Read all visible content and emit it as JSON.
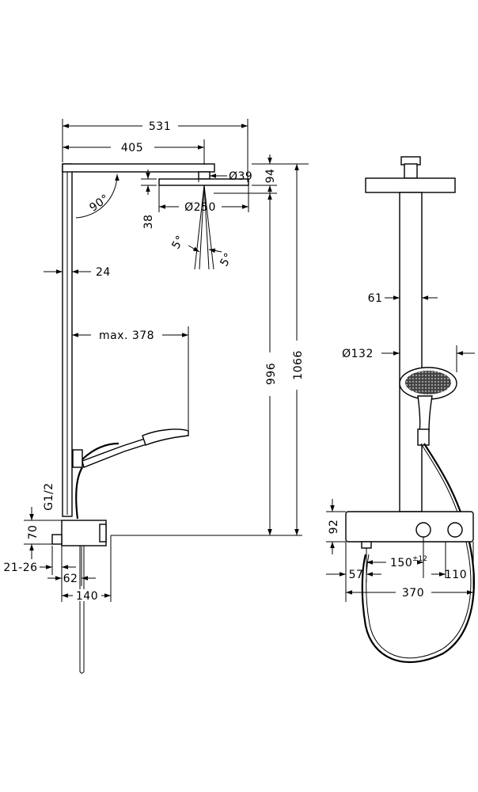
{
  "dimensions": {
    "overall_width": "531",
    "arm_length": "405",
    "outlet_diameter": "Ø39",
    "head_offset": "94",
    "arm_angle": "90°",
    "head_diameter": "Ø250",
    "head_height": "38",
    "spray_angle_left": "5°",
    "spray_angle_right": "5°",
    "rail_width": "24",
    "hand_reach": "max. 378",
    "height_996": "996",
    "height_1066": "1066",
    "thread": "G1/2",
    "base_height": "70",
    "wall_gap": "21-26",
    "base_depth": "62",
    "unit_depth": "140",
    "pipe_diameter": "61",
    "hand_shower_diameter": "Ø132",
    "thermostat_height": "92",
    "valve_spacing": "150",
    "valve_spacing_tolerance": "±12",
    "left_offset": "57",
    "right_offset": "110",
    "thermostat_width": "370"
  }
}
